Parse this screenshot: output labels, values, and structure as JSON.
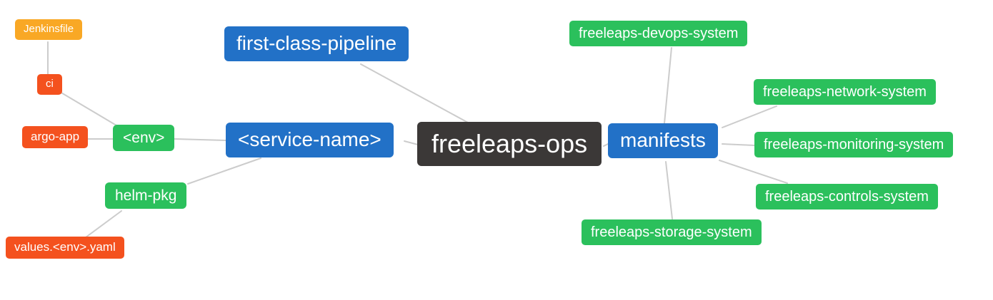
{
  "diagram": {
    "type": "mindmap",
    "root_label": "freeleaps-ops"
  },
  "nodes": {
    "jenkinsfile": {
      "label": "Jenkinsfile",
      "color": "#f9a825"
    },
    "ci": {
      "label": "ci",
      "color": "#f4511e"
    },
    "argo_app": {
      "label": "argo-app",
      "color": "#f4511e"
    },
    "env": {
      "label": "<env>",
      "color": "#2bc05c"
    },
    "helm_pkg": {
      "label": "helm-pkg",
      "color": "#2bc05c"
    },
    "values_env_yaml": {
      "label": "values.<env>.yaml",
      "color": "#f4511e"
    },
    "first_class_pipeline": {
      "label": "first-class-pipeline",
      "color": "#2271c7"
    },
    "service_name": {
      "label": "<service-name>",
      "color": "#2271c7"
    },
    "freeleaps_ops": {
      "label": "freeleaps-ops",
      "color": "#3b3837"
    },
    "manifests": {
      "label": "manifests",
      "color": "#2271c7"
    },
    "devops_system": {
      "label": "freeleaps-devops-system",
      "color": "#2bc05c"
    },
    "network_system": {
      "label": "freeleaps-network-system",
      "color": "#2bc05c"
    },
    "monitoring_system": {
      "label": "freeleaps-monitoring-system",
      "color": "#2bc05c"
    },
    "controls_system": {
      "label": "freeleaps-controls-system",
      "color": "#2bc05c"
    },
    "storage_system": {
      "label": "freeleaps-storage-system",
      "color": "#2bc05c"
    }
  },
  "edges": [
    {
      "from": "Jenkinsfile",
      "to": "ci"
    },
    {
      "from": "ci",
      "to": "<env>"
    },
    {
      "from": "argo-app",
      "to": "<env>"
    },
    {
      "from": "<env>",
      "to": "<service-name>"
    },
    {
      "from": "helm-pkg",
      "to": "<service-name>"
    },
    {
      "from": "values.<env>.yaml",
      "to": "helm-pkg"
    },
    {
      "from": "first-class-pipeline",
      "to": "freeleaps-ops"
    },
    {
      "from": "<service-name>",
      "to": "freeleaps-ops"
    },
    {
      "from": "freeleaps-ops",
      "to": "manifests"
    },
    {
      "from": "manifests",
      "to": "freeleaps-devops-system"
    },
    {
      "from": "manifests",
      "to": "freeleaps-network-system"
    },
    {
      "from": "manifests",
      "to": "freeleaps-monitoring-system"
    },
    {
      "from": "manifests",
      "to": "freeleaps-controls-system"
    },
    {
      "from": "manifests",
      "to": "freeleaps-storage-system"
    }
  ],
  "colors": {
    "orange": "#f9a825",
    "red": "#f4511e",
    "green": "#2bc05c",
    "blue": "#2271c7",
    "dark": "#3b3837",
    "line": "#cccccc",
    "background": "#ffffff",
    "text": "#ffffff"
  }
}
